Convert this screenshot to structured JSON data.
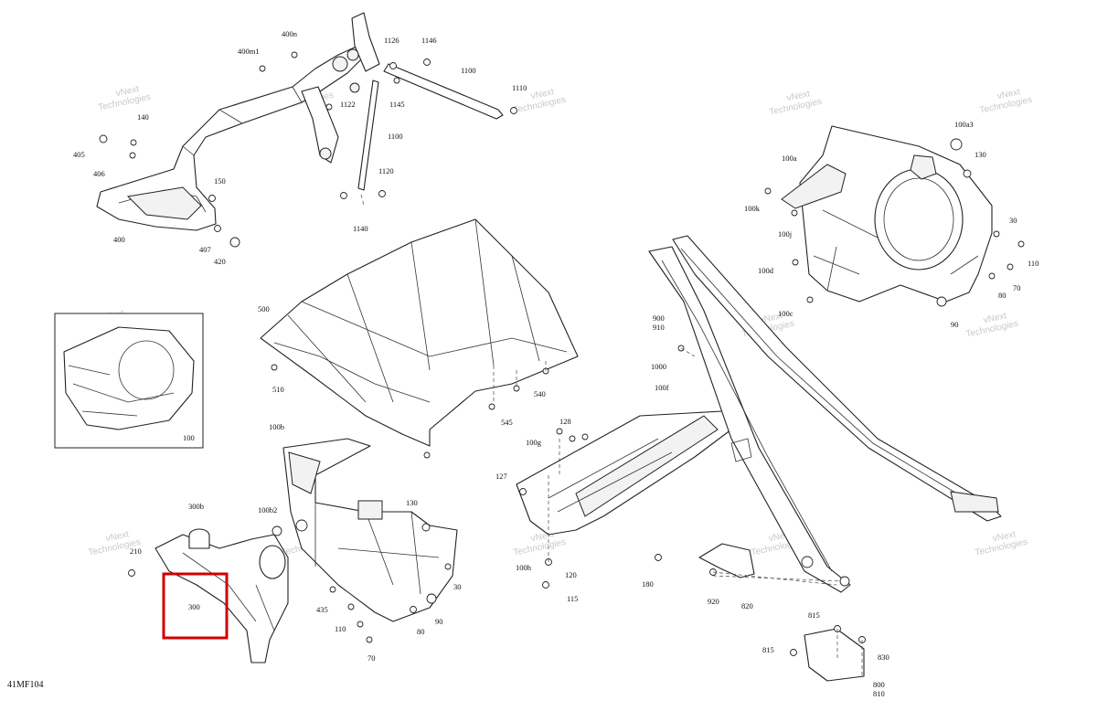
{
  "diagram_code": "41MF104",
  "watermark_lines": [
    "vNext",
    "Technologies"
  ],
  "callouts": [
    "400n",
    "1126",
    "1146",
    "400m1",
    "1100",
    "1110",
    "140",
    "1122",
    "1145",
    "405",
    "1100",
    "406",
    "150",
    "1120",
    "400",
    "1140",
    "407",
    "420",
    "100a3",
    "100a",
    "130",
    "100k",
    "30",
    "100j",
    "110",
    "100d",
    "80",
    "70",
    "90",
    "100c",
    "500",
    "900",
    "910",
    "1000",
    "510",
    "540",
    "545",
    "100",
    "100f",
    "128",
    "100b",
    "100g",
    "127",
    "300b",
    "100b2",
    "130",
    "210",
    "30",
    "100h",
    "120",
    "180",
    "300",
    "115",
    "435",
    "80",
    "90",
    "110",
    "920",
    "820",
    "70",
    "815",
    "815",
    "830",
    "800",
    "810"
  ],
  "highlight": {
    "label": "300",
    "color": "#d00000"
  }
}
